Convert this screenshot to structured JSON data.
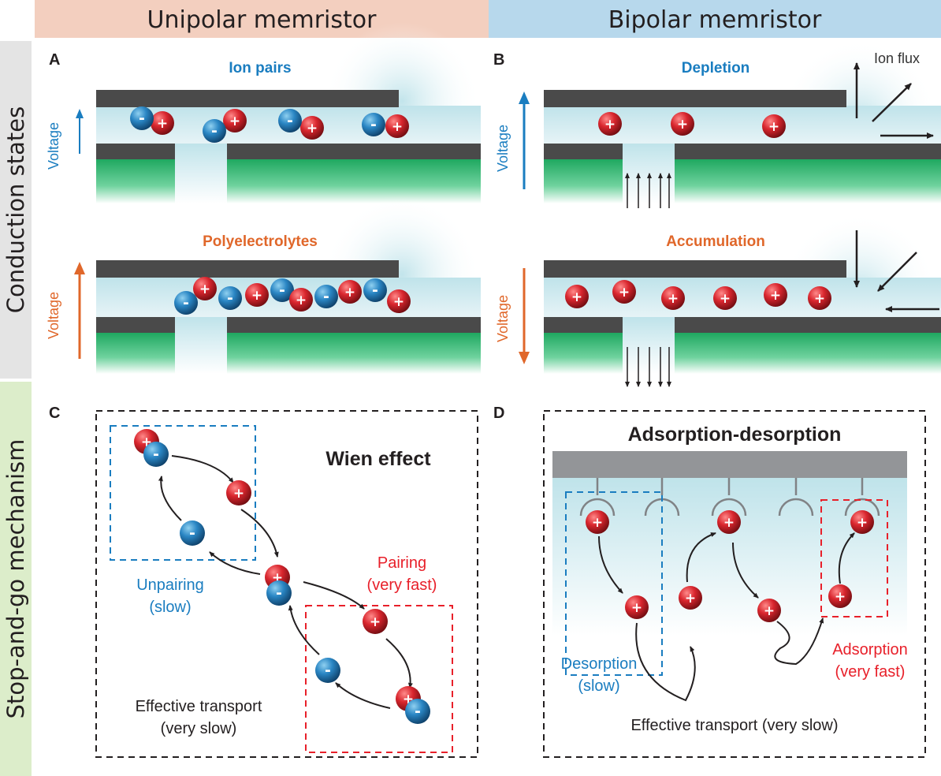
{
  "headers": {
    "left": "Unipolar memristor",
    "right": "Bipolar memristor"
  },
  "side_labels": {
    "top": "Conduction states",
    "bottom": "Stop-and-go mechanism"
  },
  "panel_letters": [
    "A",
    "B",
    "C",
    "D"
  ],
  "panel_A": {
    "top_title": "Ion pairs",
    "bottom_title": "Polyelectrolytes",
    "voltage_label": "Voltage"
  },
  "panel_B": {
    "top_title": "Depletion",
    "bottom_title": "Accumulation",
    "voltage_label": "Voltage",
    "ion_flux_label": "Ion flux"
  },
  "panel_C": {
    "title": "Wien effect",
    "unpairing_line1": "Unpairing",
    "unpairing_line2": "(slow)",
    "pairing_line1": "Pairing",
    "pairing_line2": "(very fast)",
    "transport_line1": "Effective transport",
    "transport_line2": "(very slow)"
  },
  "panel_D": {
    "title": "Adsorption-desorption",
    "desorption_line1": "Desorption",
    "desorption_line2": "(slow)",
    "adsorption_line1": "Adsorption",
    "adsorption_line2": "(very fast)",
    "transport": "Effective transport (very slow)"
  },
  "ion_symbols": {
    "cation": "+",
    "anion": "-"
  },
  "colors": {
    "header_left": "#f3cfbf",
    "header_right": "#b7d8ec",
    "side_top": "#e4e4e4",
    "side_bottom": "#dcedca",
    "accent_blue": "#1a7dc0",
    "accent_orange": "#e0672a",
    "accent_red": "#e8202a",
    "electrode": "#4a4a4a",
    "substrate": "#2bb673",
    "channel": "#bfe3ea"
  }
}
